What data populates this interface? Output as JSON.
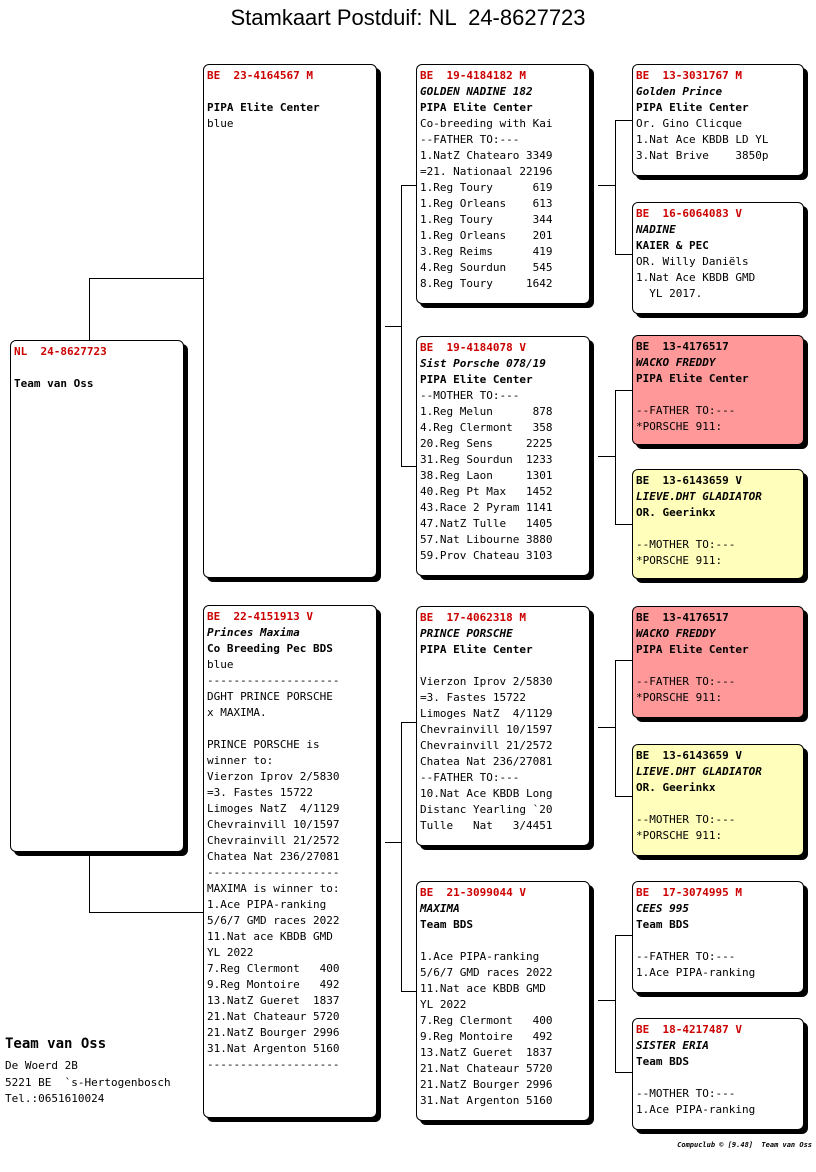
{
  "page_title": "Stamkaart Postduif: NL  24-8627723",
  "pigeons": {
    "subject": {
      "ring": "NL  24-8627723",
      "lines": [
        "",
        "Team van Oss"
      ]
    },
    "sire": {
      "ring": "BE  23-4164567 M",
      "lines": [
        "",
        "PIPA Elite Center",
        "blue"
      ]
    },
    "dam": {
      "ring": "BE  22-4151913 V",
      "lines": [
        "Princes Maxima",
        "Co Breeding Pec BDS",
        "blue",
        "--------------------",
        "DGHT PRINCE PORSCHE",
        "x MAXIMA.",
        "",
        "PRINCE PORSCHE is",
        "winner to:",
        "Vierzon Iprov 2/5830",
        "=3. Fastes 15722",
        "Limoges NatZ  4/1129",
        "Chevrainvill 10/1597",
        "Chevrainvill 21/2572",
        "Chatea Nat 236/27081",
        "--------------------",
        "MAXIMA is winner to:",
        "1.Ace PIPA-ranking",
        "5/6/7 GMD races 2022",
        "11.Nat ace KBDB GMD",
        "YL 2022",
        "7.Reg Clermont   400",
        "9.Reg Montoire   492",
        "13.NatZ Gueret  1837",
        "21.Nat Chateaur 5720",
        "21.NatZ Bourger 2996",
        "31.Nat Argenton 5160",
        "--------------------"
      ]
    },
    "ss": {
      "ring": "BE  19-4184182 M",
      "lines": [
        "GOLDEN NADINE 182",
        "PIPA Elite Center",
        "Co-breeding with Kai",
        "--FATHER TO:---",
        "1.NatZ Chatearo 3349",
        "=21. Nationaal 22196",
        "1.Reg Toury      619",
        "1.Reg Orleans    613",
        "1.Reg Toury      344",
        "1.Reg Orleans    201",
        "3.Reg Reims      419",
        "4.Reg Sourdun    545",
        "8.Reg Toury     1642"
      ]
    },
    "sd": {
      "ring": "BE  19-4184078 V",
      "lines": [
        "Sist Porsche 078/19",
        "PIPA Elite Center",
        "--MOTHER TO:---",
        "1.Reg Melun      878",
        "4.Reg Clermont   358",
        "20.Reg Sens     2225",
        "31.Reg Sourdun  1233",
        "38.Reg Laon     1301",
        "40.Reg Pt Max   1452",
        "43.Race 2 Pyram 1141",
        "47.NatZ Tulle   1405",
        "57.Nat Libourne 3880",
        "59.Prov Chateau 3103"
      ]
    },
    "ds": {
      "ring": "BE  17-4062318 M",
      "lines": [
        "PRINCE PORSCHE",
        "PIPA Elite Center",
        "",
        "Vierzon Iprov 2/5830",
        "=3. Fastes 15722",
        "Limoges NatZ  4/1129",
        "Chevrainvill 10/1597",
        "Chevrainvill 21/2572",
        "Chatea Nat 236/27081",
        "--FATHER TO:---",
        "10.Nat Ace KBDB Long",
        "Distanc Yearling `20",
        "Tulle   Nat   3/4451"
      ]
    },
    "dd": {
      "ring": "BE  21-3099044 V",
      "lines": [
        "MAXIMA",
        "Team BDS",
        "",
        "1.Ace PIPA-ranking",
        "5/6/7 GMD races 2022",
        "11.Nat ace KBDB GMD",
        "YL 2022",
        "7.Reg Clermont   400",
        "9.Reg Montoire   492",
        "13.NatZ Gueret  1837",
        "21.Nat Chateaur 5720",
        "21.NatZ Bourger 2996",
        "31.Nat Argenton 5160"
      ]
    },
    "sss": {
      "ring": "BE  13-3031767 M",
      "lines": [
        "Golden Prince",
        "PIPA Elite Center",
        "Or. Gino Clicque",
        "1.Nat Ace KBDB LD YL",
        "3.Nat Brive    3850p"
      ]
    },
    "ssd": {
      "ring": "BE  16-6064083 V",
      "lines": [
        "NADINE",
        "KAIER & PEC",
        "OR. Willy Daniëls",
        "1.Nat Ace KBDB GMD",
        "  YL 2017."
      ]
    },
    "sds": {
      "ring": "BE  13-4176517",
      "lines": [
        "WACKO FREDDY",
        "PIPA Elite Center",
        "",
        "--FATHER TO:---",
        "*PORSCHE 911:"
      ]
    },
    "sdd": {
      "ring": "BE  13-6143659 V",
      "lines": [
        "LIEVE.DHT GLADIATOR",
        "OR. Geerinkx",
        "",
        "--MOTHER TO:---",
        "*PORSCHE 911:"
      ]
    },
    "dss": {
      "ring": "BE  13-4176517",
      "lines": [
        "WACKO FREDDY",
        "PIPA Elite Center",
        "",
        "--FATHER TO:---",
        "*PORSCHE 911:"
      ]
    },
    "dsd": {
      "ring": "BE  13-6143659 V",
      "lines": [
        "LIEVE.DHT GLADIATOR",
        "OR. Geerinkx",
        "",
        "--MOTHER TO:---",
        "*PORSCHE 911:"
      ]
    },
    "dds": {
      "ring": "BE  17-3074995 M",
      "lines": [
        "CEES 995",
        "Team BDS",
        "",
        "--FATHER TO:---",
        "1.Ace PIPA-ranking"
      ]
    },
    "ddd": {
      "ring": "BE  18-4217487 V",
      "lines": [
        "SISTER ERIA",
        "Team BDS",
        "",
        "--MOTHER TO:---",
        "1.Ace PIPA-ranking"
      ]
    }
  },
  "owner": {
    "name": "Team van Oss",
    "address1": "De Woerd 2B",
    "address2": "5221 BE  `s-Hertogenbosch",
    "phone": "Tel.:0651610024"
  },
  "credit": "Compuclub © [9.48]  Team van Oss",
  "colors": {
    "ring_red": "#cc0000",
    "box_red": "#ff9999",
    "box_yellow": "#ffffbb"
  }
}
